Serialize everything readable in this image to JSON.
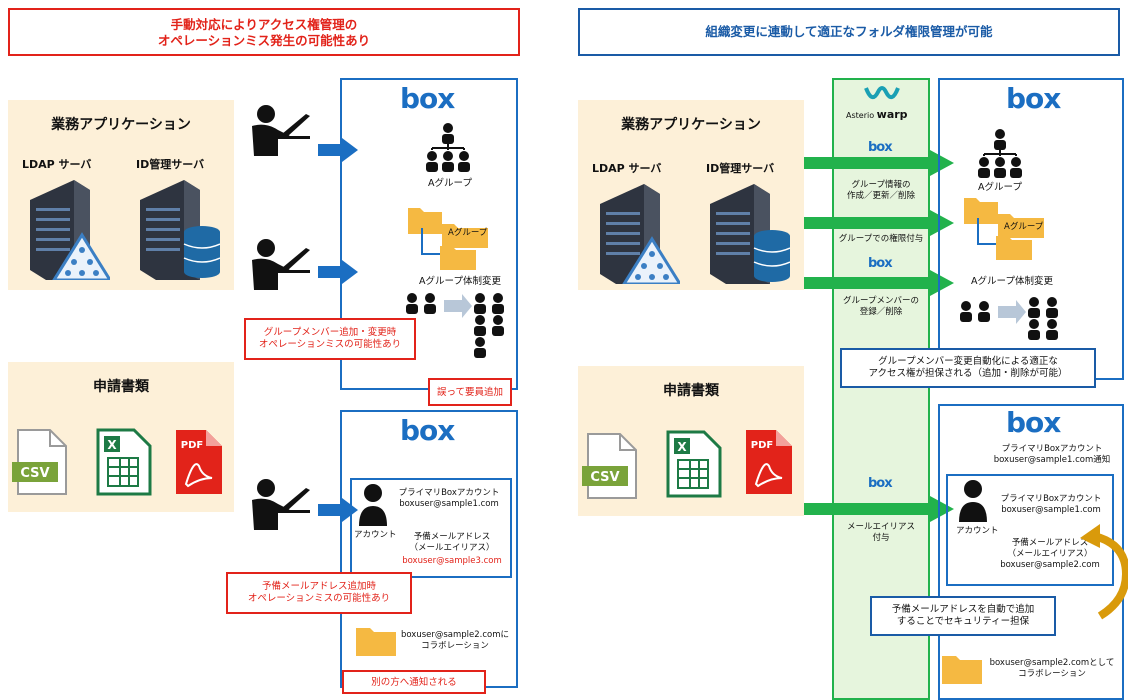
{
  "left": {
    "header": "手動対応によりアクセス権管理の\nオペレーションミス発生の可能性あり",
    "biz_app": "業務アプリケーション",
    "ldap": "LDAP サーバ",
    "idm": "ID管理サーバ",
    "docs": "申請書類",
    "box_logo": "box",
    "group_label": "Aグループ",
    "folder_group": "Aグループ",
    "change_label": "Aグループ体制変更",
    "callout_member": "グループメンバー追加・変更時\nオペレーションミスの可能性あり",
    "callout_wrong": "誤って要員追加",
    "primary": "プライマリBoxアカウント\nboxuser@sample1.com",
    "account": "アカウント",
    "alias": "予備メールアドレス\n（メールエイリアス）",
    "alias_addr": "boxuser@sample3.com",
    "callout_alias": "予備メールアドレス追加時\nオペレーションミスの可能性あり",
    "collab": "boxuser@sample2.comに\nコラボレーション",
    "callout_notify": "別の方へ通知される"
  },
  "right": {
    "header": "組織変更に連動して適正なフォルダ権限管理が可能",
    "biz_app": "業務アプリケーション",
    "ldap": "LDAP サーバ",
    "idm": "ID管理サーバ",
    "docs": "申請書類",
    "warp_brand": "Asterio",
    "warp_word": "warp",
    "label1": "グループ情報の\n作成／更新／削除",
    "label2": "グループでの権限付与",
    "label3": "グループメンバーの\n登録／削除",
    "label4": "メールエイリアス\n付与",
    "box_logo": "box",
    "group_label": "Aグループ",
    "folder_group": "Aグループ",
    "change_label": "Aグループ体制変更",
    "callout_auto": "グループメンバー変更自動化による適正な\nアクセス権が担保される（追加・削除が可能）",
    "primary_top": "プライマリBoxアカウント\nboxuser@sample1.com通知",
    "primary": "プライマリBoxアカウント\nboxuser@sample1.com",
    "account": "アカウント",
    "alias": "予備メールアドレス\n（メールエイリアス）\nboxuser@sample2.com",
    "callout_alias": "予備メールアドレスを自動で追加\nすることでセキュリティー担保",
    "collab": "boxuser@sample2.comとして\nコラボレーション"
  },
  "doc_icons": [
    "CSV",
    "X",
    "PDF"
  ],
  "colors": {
    "red": "#e2231a",
    "blue": "#1a5ba6",
    "box": "#1b6ec2",
    "green": "#22b24c",
    "beige": "#fdf0d8",
    "folder": "#f5b942"
  }
}
